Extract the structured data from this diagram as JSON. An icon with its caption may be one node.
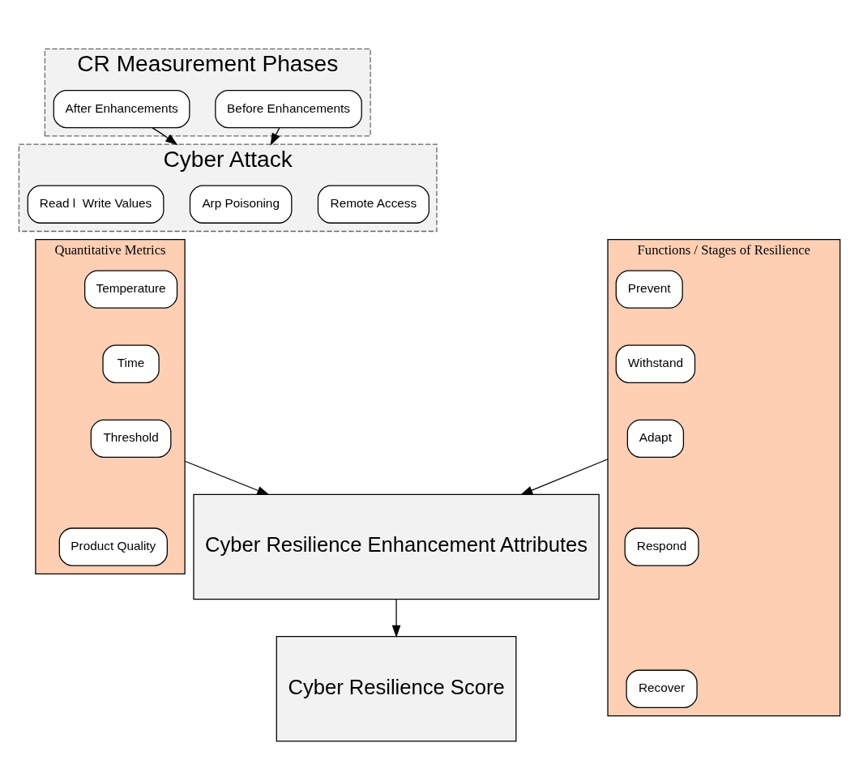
{
  "diagram": {
    "nodes": [
      {
        "text": [
          "CR Measurement Phases"
        ]
      },
      {
        "text": [
          "Before Enhancements"
        ],
        "in": 0
      },
      {
        "text": [
          "After Enhancements"
        ],
        "in": 0
      },
      {
        "text": [
          "Cyber Attack"
        ]
      },
      {
        "text": [
          "Remote Access"
        ],
        "in": 3
      },
      {
        "text": [
          "Arp Poisoning"
        ],
        "in": 3
      },
      {
        "text": [
          "Read l  Write Values"
        ],
        "in": 3
      },
      {
        "text": [
          "Quantitative Metrics"
        ]
      },
      {
        "text": [
          "Temperature"
        ],
        "in": 7
      },
      {
        "text": [
          "Time"
        ],
        "in": 7
      },
      {
        "text": [
          "Threshold"
        ],
        "in": 7
      },
      {
        "text": [
          "Product Quality"
        ],
        "in": 7
      },
      {
        "text": [
          "Cyber Resilience Score"
        ]
      },
      {
        "text": [
          "Cyber Resilience Enhancement Attributes"
        ]
      },
      {
        "text": [
          "Functions / Stages of Resilience"
        ]
      },
      {
        "text": [
          "Prevent"
        ],
        "in": 14
      },
      {
        "text": [
          "Withstand"
        ],
        "in": 14
      },
      {
        "text": [
          "Adapt"
        ],
        "in": 14
      },
      {
        "text": [
          "Respond"
        ],
        "in": 14
      },
      {
        "text": [
          "Recover"
        ],
        "in": 14
      }
    ],
    "edges": [
      {
        "from": 1,
        "to": 3,
        "arrow": "to"
      },
      {
        "from": 2,
        "to": 3,
        "arrow": "to"
      },
      {
        "from": 7,
        "to": 13,
        "arrow": "to"
      },
      {
        "from": 14,
        "to": 13,
        "arrow": "to"
      },
      {
        "from": 13,
        "to": 12,
        "arrow": "to"
      }
    ]
  }
}
